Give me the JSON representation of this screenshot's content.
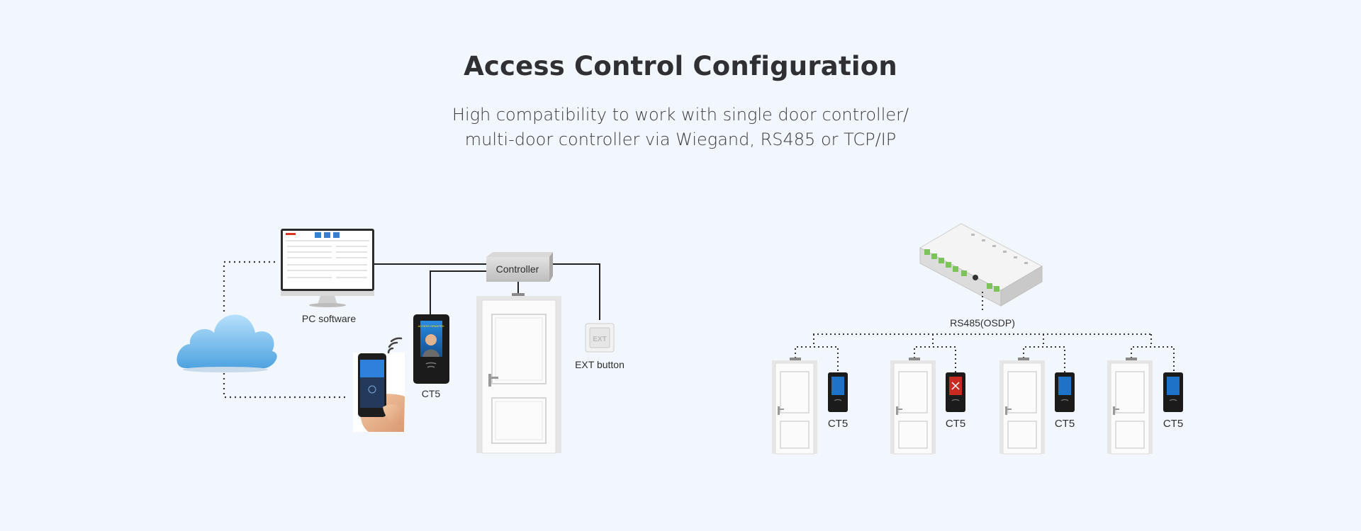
{
  "header": {
    "title": "Access Control Configuration",
    "subtitle_line1": "High compatibility to work with single door controller/",
    "subtitle_line2": "multi-door controller via Wiegand, RS485 or TCP/IP"
  },
  "left_diagram": {
    "controller_label": "Controller",
    "pc_label": "PC software",
    "reader_label": "CT5",
    "ext_button_label": "EXT button",
    "ext_key_text": "EXT",
    "reader_screen_text": "ACCESS GRANTED"
  },
  "right_diagram": {
    "bus_label": "RS485(OSDP)",
    "reader_labels": [
      "CT5",
      "CT5",
      "CT5",
      "CT5"
    ]
  },
  "colors": {
    "background": "#f2f7fd",
    "title": "#2f3033",
    "cloud": "#7fc1ee",
    "reader_screen_blue": "#1e73c8",
    "reader_screen_red": "#c82a22",
    "terminal_green": "#7cc45a"
  },
  "icons": [
    "cloud-icon",
    "monitor-icon",
    "smartphone-icon",
    "wifi-icon",
    "door-icon",
    "reader-icon",
    "controller-board-icon",
    "ext-button-icon"
  ]
}
